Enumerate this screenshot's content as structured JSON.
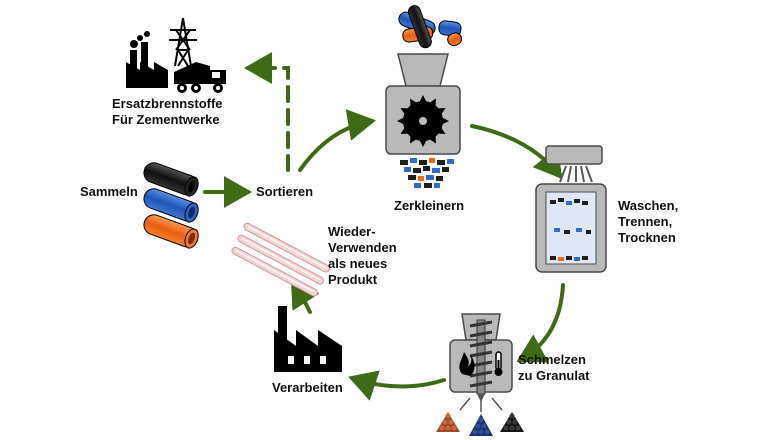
{
  "labels": {
    "sammeln": "Sammeln",
    "sortieren": "Sortieren",
    "zerkleinern": "Zerkleinern",
    "waschen": "Waschen,\nTrennen,\nTrocknen",
    "schmelzen": "Schmelzen\nzu Granulat",
    "verarbeiten": "Verarbeiten",
    "wiederverwenden": "Wieder-\nVerwenden\nals neues\nProdukt",
    "ersatz": "Ersatzbrennstoffe\nFür Zementwerke"
  },
  "colors": {
    "arrow": "#3f6a16",
    "machine": "#b9b9b9",
    "machine_border": "#4a4a4a",
    "pipe_black": "#1e1e1e",
    "pipe_blue": "#2f6bd0",
    "pipe_orange": "#f06a1a",
    "pipe_red_light": "#efcaca"
  },
  "icons": [
    "factory-icon",
    "power-pylon-icon",
    "concrete-mixer-truck-icon",
    "saw-blade-icon",
    "shower-head-icon",
    "flame-icon",
    "thermometer-icon",
    "screw-extruder-icon"
  ]
}
